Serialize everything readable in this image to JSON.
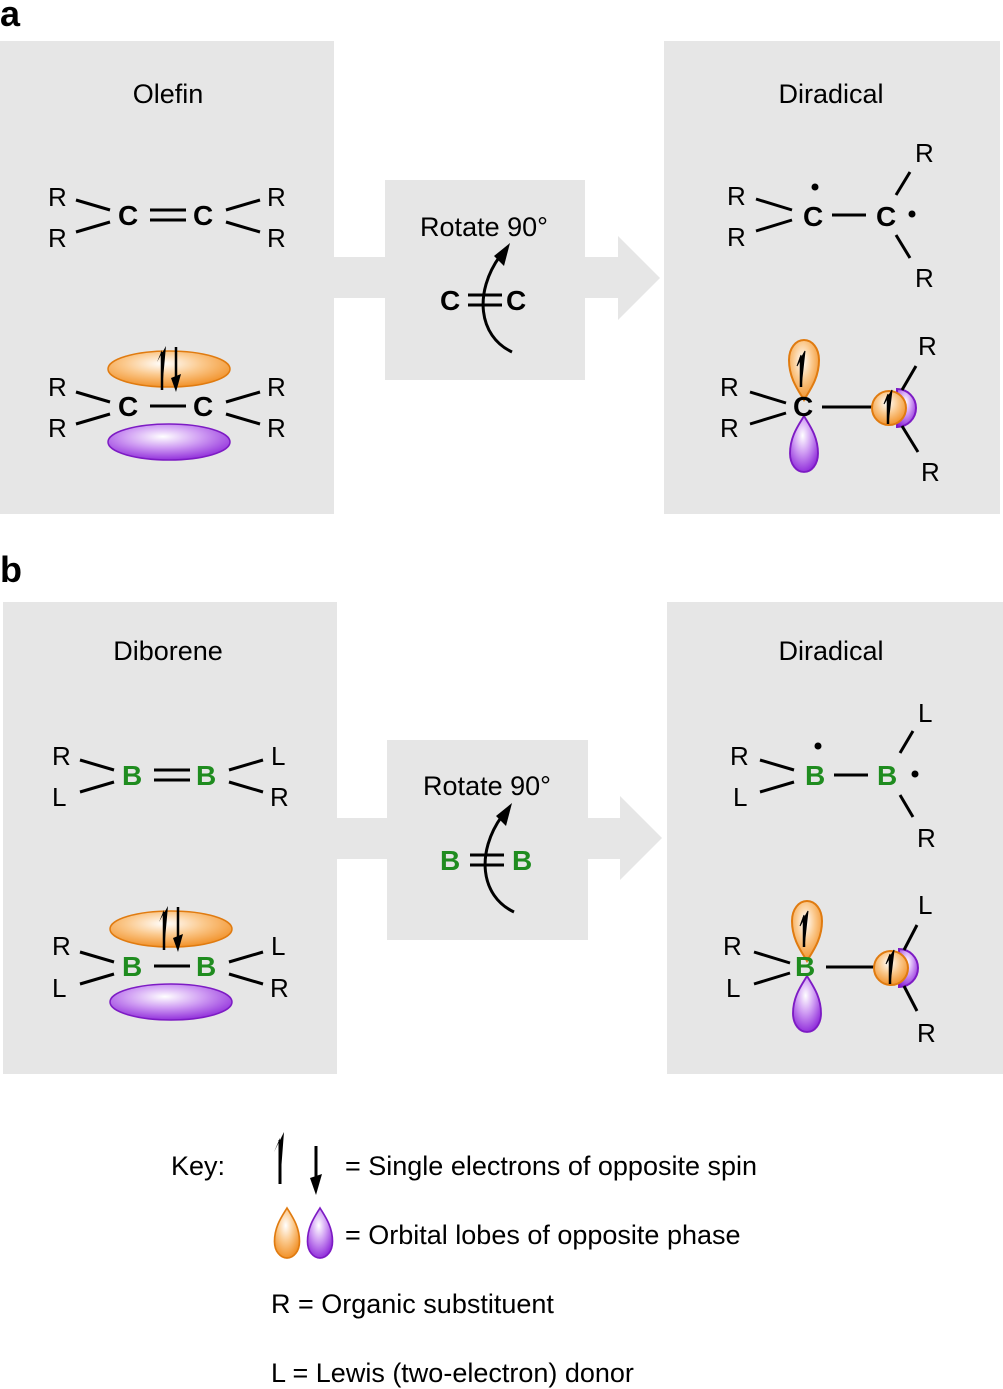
{
  "panels": {
    "a": {
      "label": "a",
      "left_title": "Olefin",
      "right_title": "Diradical",
      "rotate_label": "Rotate 90°",
      "atom": "C",
      "substituent_1": "R",
      "substituent_2": "R"
    },
    "b": {
      "label": "b",
      "left_title": "Diborene",
      "right_title": "Diradical",
      "rotate_label": "Rotate 90°",
      "atom": "B",
      "substituent_1": "R",
      "substituent_2": "L"
    }
  },
  "key": {
    "label": "Key:",
    "spin_text": "= Single electrons of opposite spin",
    "phase_text": "= Orbital lobes of opposite phase",
    "r_text": "R = Organic substituent",
    "l_text": "L = Lewis (two-electron) donor"
  },
  "colors": {
    "panel_bg": "#e6e6e6",
    "orbital_orange": "#f39323",
    "orbital_purple": "#9b30e0",
    "boron_green": "#1f8c1f"
  }
}
